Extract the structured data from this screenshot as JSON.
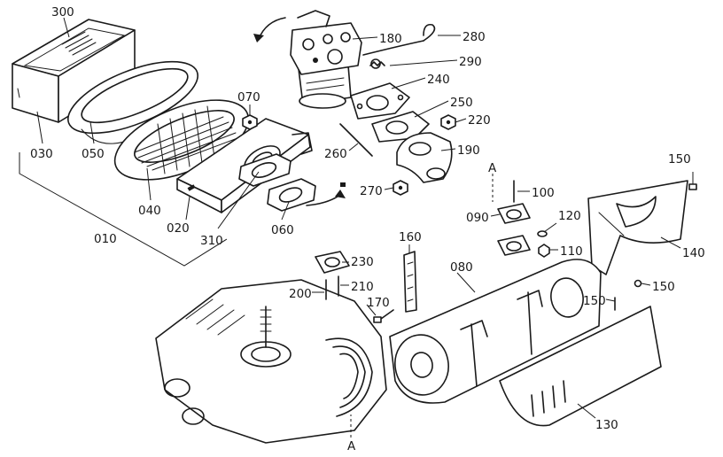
{
  "diagram": {
    "type": "exploded-parts-diagram",
    "parts": [
      {
        "id": "p300",
        "number": "300",
        "depicts": "air cleaner cover"
      },
      {
        "id": "p030",
        "number": "030",
        "depicts": "air cleaner case"
      },
      {
        "id": "p050",
        "number": "050",
        "depicts": "pre-cleaner foam"
      },
      {
        "id": "p040",
        "number": "040",
        "depicts": "air filter element"
      },
      {
        "id": "p070",
        "number": "070",
        "depicts": "nut"
      },
      {
        "id": "p020",
        "number": "020",
        "depicts": "air cleaner base"
      },
      {
        "id": "p010",
        "number": "010",
        "depicts": "air cleaner assembly"
      },
      {
        "id": "p310",
        "number": "310",
        "depicts": "gasket"
      },
      {
        "id": "p060",
        "number": "060",
        "depicts": "gasket"
      },
      {
        "id": "p180",
        "number": "180",
        "depicts": "carburetor"
      },
      {
        "id": "p280",
        "number": "280",
        "depicts": "choke link"
      },
      {
        "id": "p290",
        "number": "290",
        "depicts": "spring"
      },
      {
        "id": "p240",
        "number": "240",
        "depicts": "insulator gasket"
      },
      {
        "id": "p250",
        "number": "250",
        "depicts": "gasket"
      },
      {
        "id": "p220",
        "number": "220",
        "depicts": "nut"
      },
      {
        "id": "p190",
        "number": "190",
        "depicts": "intake elbow"
      },
      {
        "id": "p260",
        "number": "260",
        "depicts": "stud"
      },
      {
        "id": "p270",
        "number": "270",
        "depicts": "nut"
      },
      {
        "id": "p100",
        "number": "100",
        "depicts": "stud"
      },
      {
        "id": "p090",
        "number": "090",
        "depicts": "exhaust gasket"
      },
      {
        "id": "p120",
        "number": "120",
        "depicts": "washer"
      },
      {
        "id": "p110",
        "number": "110",
        "depicts": "nut"
      },
      {
        "id": "p150a",
        "number": "150",
        "depicts": "screw"
      },
      {
        "id": "p140",
        "number": "140",
        "depicts": "muffler guard"
      },
      {
        "id": "p150b",
        "number": "150",
        "depicts": "screw"
      },
      {
        "id": "p230",
        "number": "230",
        "depicts": "gasket"
      },
      {
        "id": "p160",
        "number": "160",
        "depicts": "bracket"
      },
      {
        "id": "p080",
        "number": "080",
        "depicts": "muffler"
      },
      {
        "id": "p200",
        "number": "200",
        "depicts": "stud"
      },
      {
        "id": "p210",
        "number": "210",
        "depicts": "stud"
      },
      {
        "id": "p170",
        "number": "170",
        "depicts": "bolt"
      },
      {
        "id": "p150c",
        "number": "150",
        "depicts": "screw"
      },
      {
        "id": "p130",
        "number": "130",
        "depicts": "muffler cover"
      }
    ],
    "reference_markers": [
      {
        "id": "refA1",
        "letter": "A"
      },
      {
        "id": "refA2",
        "letter": "A"
      }
    ]
  }
}
